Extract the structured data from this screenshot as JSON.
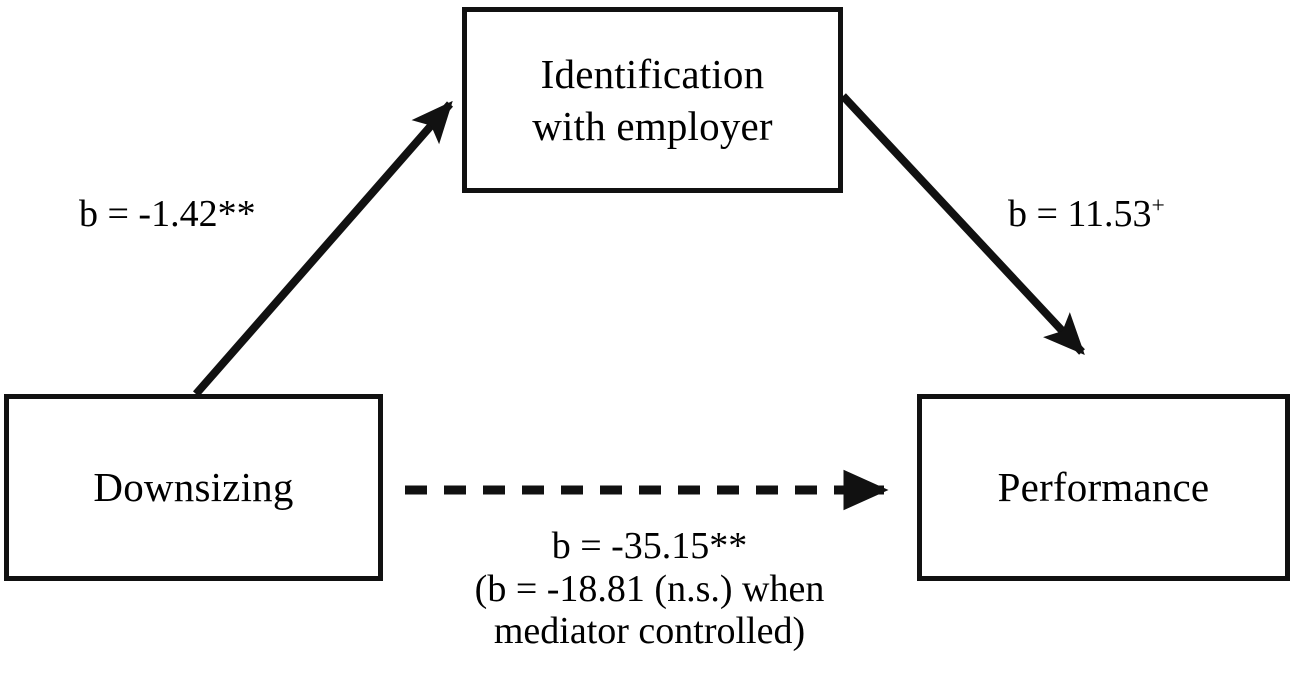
{
  "figure": {
    "type": "mediation-path-diagram",
    "description": "Simple mediation model: Downsizing predicts Performance, mediated by Identification with employer"
  },
  "nodes": {
    "mediator": {
      "label": "Identification\nwith employer",
      "role": "mediator"
    },
    "predictor": {
      "label": "Downsizing",
      "role": "independent-variable"
    },
    "outcome": {
      "label": "Performance",
      "role": "dependent-variable"
    }
  },
  "paths": {
    "a_path": {
      "label": "b = -1.42**",
      "coefficient": -1.42,
      "significance": "**",
      "from": "predictor",
      "to": "mediator",
      "style": "solid"
    },
    "b_path": {
      "label_main": "b = 11.53",
      "label_sup": "+",
      "coefficient": 11.53,
      "significance": "+",
      "from": "mediator",
      "to": "outcome",
      "style": "solid"
    },
    "c_path": {
      "line1": "b = -35.15**",
      "line2": "(b = -18.81 (n.s.) when",
      "line3": "mediator controlled)",
      "total_effect": -35.15,
      "total_significance": "**",
      "direct_effect": -18.81,
      "direct_significance": "n.s.",
      "from": "predictor",
      "to": "outcome",
      "style": "dashed"
    }
  },
  "style": {
    "stroke_color": "#111111",
    "background_color": "#ffffff",
    "text_color": "#000000"
  }
}
